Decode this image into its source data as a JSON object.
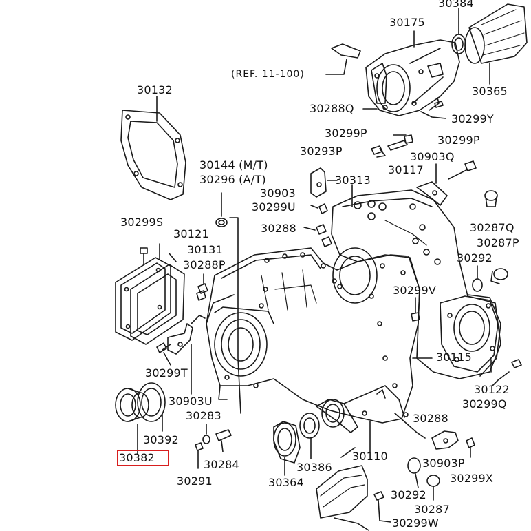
{
  "diagram": {
    "ref_note": "(REF. 11-100)",
    "highlight_color": "#d81e1e",
    "highlighted_part": "30382",
    "labels": {
      "p30384": "30384",
      "p30175": "30175",
      "p30365": "30365",
      "p30132": "30132",
      "p30288Q": "30288Q",
      "p30299Y": "30299Y",
      "p30299P_a": "30299P",
      "p30293P": "30293P",
      "p30903Q": "30903Q",
      "p30299P_b": "30299P",
      "p30144": "30144 (M/T)",
      "p30296": "30296 (A/T)",
      "p30117": "30117",
      "p30903": "30903",
      "p30313": "30313",
      "p30299U": "30299U",
      "p30299S": "30299S",
      "p30121": "30121",
      "p30287Q": "30287Q",
      "p30288": "30288",
      "p30131": "30131",
      "p30287P": "30287P",
      "p30288P": "30288P",
      "p30292_a": "30292",
      "p30299V": "30299V",
      "p30115": "30115",
      "p30299T": "30299T",
      "p30122": "30122",
      "p30903U": "30903U",
      "p30299Q": "30299Q",
      "p30283": "30283",
      "p30288_b": "30288",
      "p30392": "30392",
      "p30382": "30382",
      "p30110": "30110",
      "p30903P": "30903P",
      "p30284": "30284",
      "p30386": "30386",
      "p30299X": "30299X",
      "p30291": "30291",
      "p30364": "30364",
      "p30292_b": "30292",
      "p30287": "30287",
      "p30299W": "30299W"
    }
  }
}
